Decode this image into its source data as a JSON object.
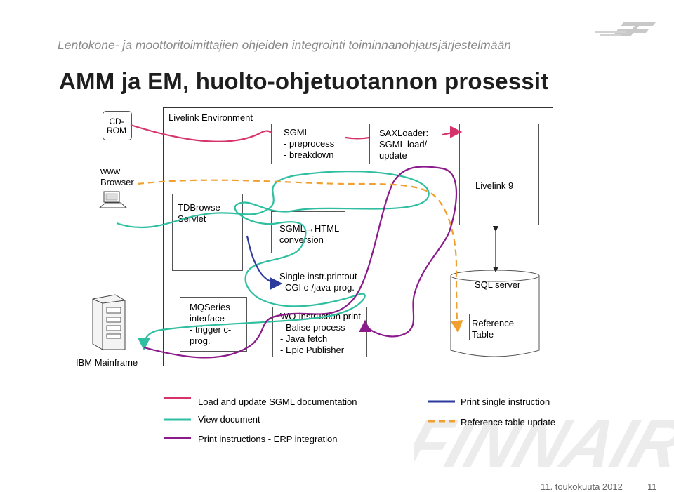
{
  "header": {
    "subtitle": "Lentokone- ja moottoritoimittajien ohjeiden integrointi toiminnanohjausjärjestelmään",
    "title": "AMM ja EM, huolto-ohjetuotannon prosessit"
  },
  "diagram": {
    "cdrom": "CD-\nROM",
    "www_browser": "www\nBrowser",
    "ibm_mainframe": "IBM Mainframe",
    "livelink_env": "Livelink Environment",
    "sgml_box": "SGML\n- preprocess\n- breakdown",
    "saxloader_box": "SAXLoader:\nSGML load/\nupdate",
    "livelink9": "Livelink 9",
    "tdbrowse": "TDBrowse\nServlet",
    "sgml_html": "SGML",
    "sgml_html_arrow": "→",
    "sgml_html_tail": "HTML\nconversion",
    "single_instr": "Single instr.printout\n- CGI c-/java-prog.",
    "sql_server": "SQL server",
    "mqseries": "MQSeries\ninterface\n- trigger c-\nprog.",
    "wo_instruction": "WO-instruction print\n- Balise process\n- Java fetch\n- Epic Publisher",
    "reference_table": "Reference\nTable"
  },
  "legend": {
    "items": [
      {
        "label": "Load and update SGML documentation",
        "color": "#d6336c",
        "style": "solid"
      },
      {
        "label": "View document",
        "color": "#2fbfa0",
        "style": "solid"
      },
      {
        "label": "Print instructions  - ERP  integration",
        "color": "#8b1a8b",
        "style": "solid"
      },
      {
        "label": "Print single instruction",
        "color": "#2b3a9c",
        "style": "solid"
      },
      {
        "label": "Reference table update",
        "color": "#f0a030",
        "style": "dashed"
      }
    ]
  },
  "footer": {
    "date": "11. toukokuuta 2012",
    "page": "11"
  },
  "icons": [
    "finnair-logo-icon",
    "computer-icon",
    "server-tower-icon",
    "database-cylinder-icon"
  ]
}
